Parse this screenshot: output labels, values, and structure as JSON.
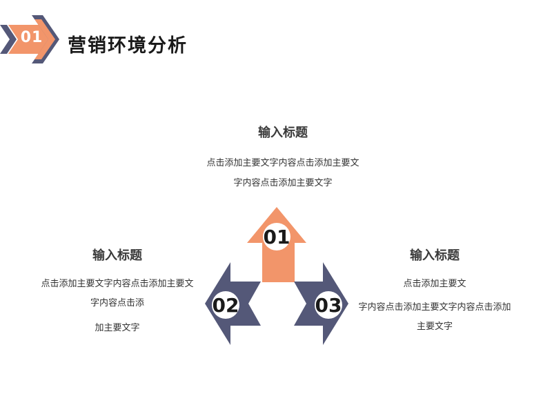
{
  "header": {
    "badge_number": "01",
    "title": "营销环境分析",
    "colors": {
      "orange": "#F2956A",
      "navy": "#545878"
    }
  },
  "arrows": [
    {
      "number": "01",
      "color": "#F2956A"
    },
    {
      "number": "02",
      "color": "#545878"
    },
    {
      "number": "03",
      "color": "#545878"
    }
  ],
  "blocks": [
    {
      "title": "输入标题",
      "lines": [
        "点击添加主要文字内容点击添加主要文",
        "字内容点击添加主要文字"
      ]
    },
    {
      "title": "输入标题",
      "lines": [
        "点击添加主要文字内容点击添加主要文",
        "字内容点击添",
        "加主要文字"
      ]
    },
    {
      "title": "输入标题",
      "lines": [
        "点击添加主要文",
        "字内容点击添加主要文字内容点击添加",
        "主要文字"
      ]
    }
  ]
}
